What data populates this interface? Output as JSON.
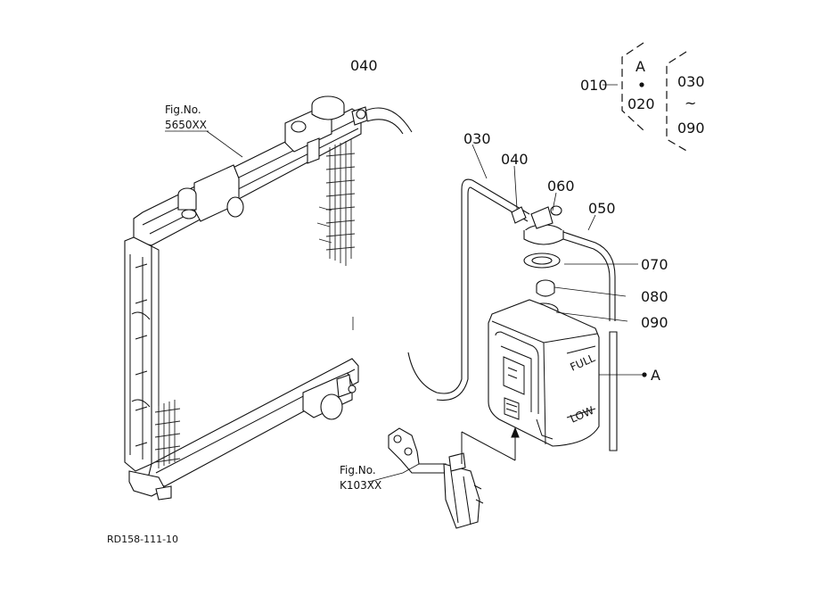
{
  "labels": {
    "part_040_top": "040",
    "fig_5650_line1": "Fig.No.",
    "fig_5650_line2": "5650XX",
    "part_030": "030",
    "part_040": "040",
    "part_060": "060",
    "part_050": "050",
    "part_070": "070",
    "part_080": "080",
    "part_090": "090",
    "ref_a": "A",
    "tank_full": "FULL",
    "tank_low": "LOW",
    "fig_k103_line1": "Fig.No.",
    "fig_k103_line2": "K103XX",
    "drawing_code": "RD158-111-10"
  },
  "legend": {
    "item": "010",
    "group_a_top": "A",
    "group_a_bottom": "020",
    "range_top": "030",
    "range_sep": "~",
    "range_bottom": "090"
  }
}
